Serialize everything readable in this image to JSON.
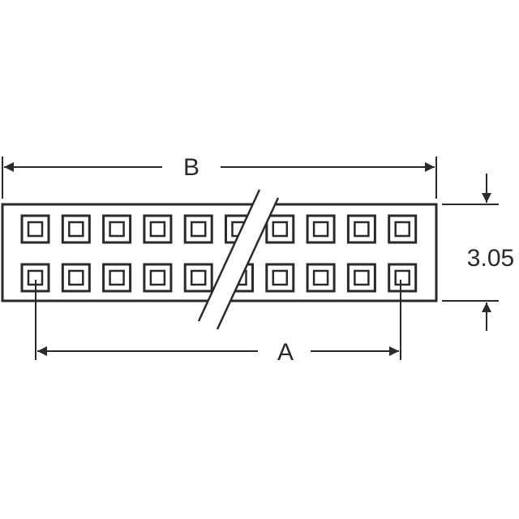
{
  "drawing": {
    "label_b": "B",
    "label_a": "A",
    "label_height": "3.05",
    "rows": 2,
    "columns": 10,
    "line_color": "#2a2a2a",
    "background": "#ffffff"
  }
}
